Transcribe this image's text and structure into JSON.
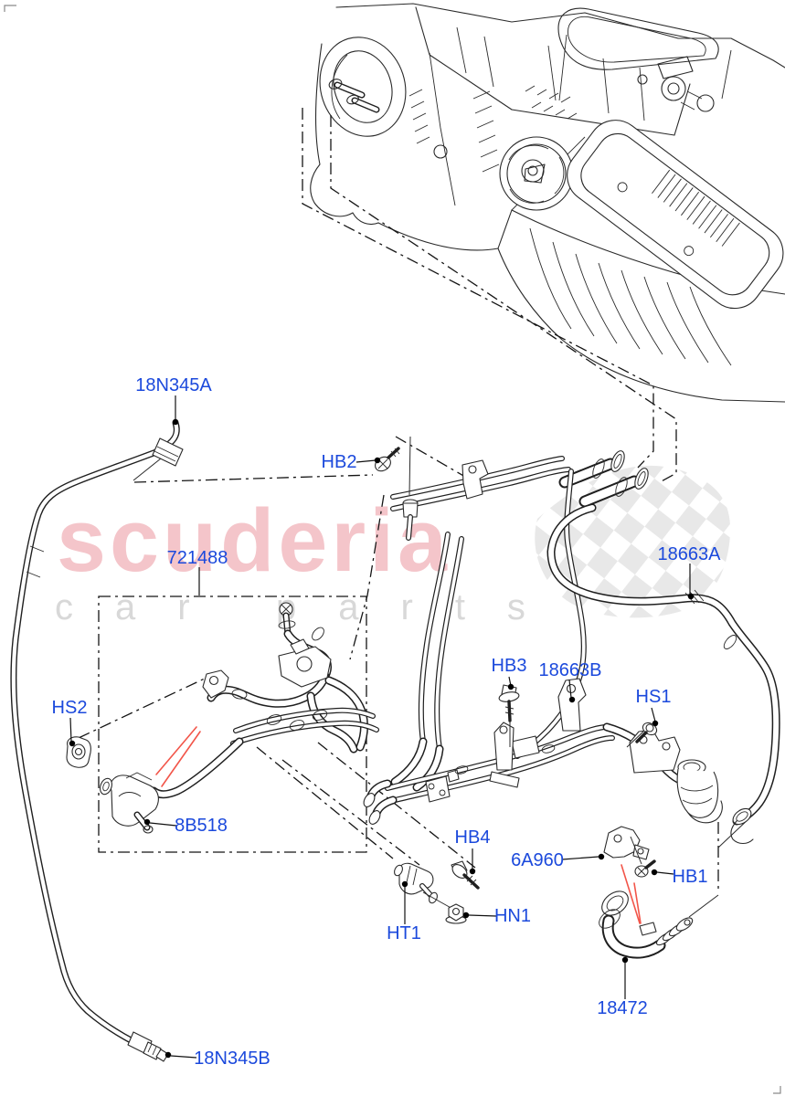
{
  "page": {
    "background": "#ffffff",
    "type": "parts-diagram"
  },
  "watermark": {
    "brand": "scuderia",
    "word1": "car",
    "word2": "parts"
  },
  "colors": {
    "label_blue": "#1b49dc",
    "highlight_red": "#f25549",
    "watermark_pink": "#f4c5ca",
    "watermark_gray": "#d8d8d8",
    "checker_gray": "#e4e4e4",
    "line_black": "#2a2a2a"
  },
  "labels": [
    {
      "id": "18N345A",
      "text": "18N345A"
    },
    {
      "id": "HB2",
      "text": "HB2"
    },
    {
      "id": "721488",
      "text": "721488"
    },
    {
      "id": "18663A",
      "text": "18663A"
    },
    {
      "id": "HB3",
      "text": "HB3"
    },
    {
      "id": "18663B",
      "text": "18663B"
    },
    {
      "id": "HS1",
      "text": "HS1"
    },
    {
      "id": "HS2",
      "text": "HS2"
    },
    {
      "id": "8B518",
      "text": "8B518"
    },
    {
      "id": "HB4",
      "text": "HB4"
    },
    {
      "id": "6A960",
      "text": "6A960"
    },
    {
      "id": "HB1",
      "text": "HB1"
    },
    {
      "id": "HN1",
      "text": "HN1"
    },
    {
      "id": "HT1",
      "text": "HT1"
    },
    {
      "id": "18472",
      "text": "18472"
    },
    {
      "id": "18N345B",
      "text": "18N345B"
    }
  ]
}
